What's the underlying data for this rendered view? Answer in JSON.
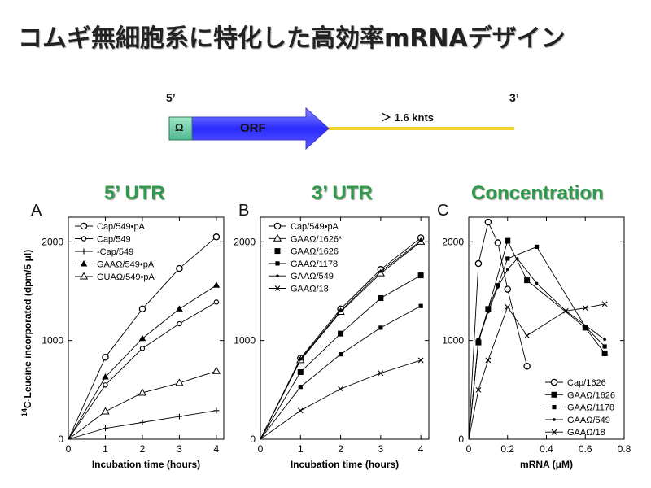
{
  "slide": {
    "title": "コムギ無細胞系に特化した高効率mRNAデザイン",
    "construct": {
      "five_prime": "5’",
      "three_prime": "3’",
      "omega": "Ω",
      "orf": "ORF",
      "tail_note": "＞ 1.6 knts"
    },
    "sections": [
      "5’ UTR",
      "3’ UTR",
      "Concentration"
    ],
    "panel_letters": [
      "A",
      "B",
      "C"
    ]
  },
  "chart_data": [
    {
      "type": "line",
      "title": "5’ UTR",
      "xlabel": "Incubation time (hours)",
      "ylabel": "14C-Leucine incorporated (dpm/5 μl)",
      "ylabel_sup": "14",
      "ylabel_rest": "C-Leucine incorporated (dpm/5 μl)",
      "xlim": [
        0,
        4.2
      ],
      "ylim": [
        0,
        2250
      ],
      "xticks": [
        0,
        1,
        2,
        3,
        4
      ],
      "yticks": [
        0,
        1000,
        2000
      ],
      "legend": "top-left",
      "series": [
        {
          "name": "Cap/549•pA",
          "marker": "circle-large",
          "x": [
            0,
            1,
            2,
            3,
            4
          ],
          "y": [
            0,
            830,
            1320,
            1730,
            2050
          ]
        },
        {
          "name": "Cap/549",
          "marker": "circle-small",
          "x": [
            0,
            1,
            2,
            3,
            4
          ],
          "y": [
            0,
            550,
            920,
            1170,
            1390
          ]
        },
        {
          "name": "-Cap/549",
          "marker": "plus",
          "x": [
            0,
            1,
            2,
            3,
            4
          ],
          "y": [
            0,
            110,
            170,
            230,
            290
          ]
        },
        {
          "name": "GAAΩ/549•pA",
          "marker": "triangle-filled",
          "x": [
            0,
            1,
            2,
            3,
            4
          ],
          "y": [
            0,
            630,
            1020,
            1320,
            1560
          ]
        },
        {
          "name": "GUAΩ/549•pA",
          "marker": "triangle-open",
          "x": [
            0,
            1,
            2,
            3,
            4
          ],
          "y": [
            0,
            280,
            470,
            570,
            690
          ]
        }
      ]
    },
    {
      "type": "line",
      "title": "3’ UTR",
      "xlabel": "Incubation time (hours)",
      "ylabel": "",
      "xlim": [
        0,
        4.2
      ],
      "ylim": [
        0,
        2250
      ],
      "xticks": [
        0,
        1,
        2,
        3,
        4
      ],
      "yticks": [
        0,
        1000,
        2000
      ],
      "legend": "top-left",
      "series": [
        {
          "name": "Cap/549•pA",
          "marker": "circle-large",
          "x": [
            0,
            1,
            2,
            3,
            4
          ],
          "y": [
            0,
            820,
            1320,
            1720,
            2040
          ]
        },
        {
          "name": "GAAΩ/1626*",
          "marker": "triangle-open",
          "x": [
            0,
            1,
            2,
            3,
            4
          ],
          "y": [
            0,
            800,
            1290,
            1680,
            2000
          ]
        },
        {
          "name": "GAAΩ/1626",
          "marker": "square-filled",
          "x": [
            0,
            1,
            2,
            3,
            4
          ],
          "y": [
            0,
            680,
            1070,
            1430,
            1660
          ]
        },
        {
          "name": "GAAΩ/1178",
          "marker": "square-small",
          "x": [
            0,
            1,
            2,
            3,
            4
          ],
          "y": [
            0,
            530,
            860,
            1130,
            1350
          ]
        },
        {
          "name": "GAAΩ/549",
          "marker": "dot",
          "x": [
            0,
            1,
            2,
            3,
            4
          ],
          "y": [
            0,
            810,
            1300,
            1700,
            2010
          ]
        },
        {
          "name": "GAAΩ/18",
          "marker": "cross",
          "x": [
            0,
            1,
            2,
            3,
            4
          ],
          "y": [
            0,
            290,
            510,
            670,
            800
          ]
        }
      ]
    },
    {
      "type": "line",
      "title": "Concentration",
      "xlabel": "mRNA (μM)",
      "ylabel": "",
      "xlim": [
        0,
        0.8
      ],
      "ylim": [
        0,
        2250
      ],
      "xticks": [
        0,
        0.2,
        0.4,
        0.6,
        0.8
      ],
      "yticks": [
        0,
        1000,
        2000
      ],
      "xtick_labels": [
        "0",
        "0.2",
        "0.4",
        "0.6",
        "0.8"
      ],
      "legend": "bottom-right",
      "series": [
        {
          "name": "Cap/1626",
          "marker": "circle-large",
          "x": [
            0,
            0.05,
            0.1,
            0.15,
            0.2,
            0.3
          ],
          "y": [
            0,
            1780,
            2200,
            1990,
            1520,
            740
          ]
        },
        {
          "name": "GAAΩ/1626",
          "marker": "square-filled",
          "x": [
            0,
            0.05,
            0.1,
            0.2,
            0.3,
            0.6,
            0.7
          ],
          "y": [
            0,
            980,
            1320,
            2010,
            1610,
            1130,
            870
          ]
        },
        {
          "name": "GAAΩ/1178",
          "marker": "square-small",
          "x": [
            0,
            0.05,
            0.1,
            0.15,
            0.2,
            0.35,
            0.6,
            0.7
          ],
          "y": [
            0,
            1000,
            1320,
            1560,
            1830,
            1950,
            1140,
            940
          ]
        },
        {
          "name": "GAAΩ/549",
          "marker": "dot",
          "x": [
            0,
            0.05,
            0.1,
            0.15,
            0.2,
            0.25,
            0.35,
            0.5,
            0.7
          ],
          "y": [
            0,
            1000,
            1290,
            1540,
            1720,
            1830,
            1580,
            1300,
            1010
          ]
        },
        {
          "name": "GAAΩ/18",
          "marker": "cross",
          "x": [
            0,
            0.05,
            0.1,
            0.2,
            0.3,
            0.5,
            0.6,
            0.7
          ],
          "y": [
            0,
            500,
            800,
            1340,
            1050,
            1300,
            1330,
            1370
          ]
        }
      ]
    }
  ]
}
